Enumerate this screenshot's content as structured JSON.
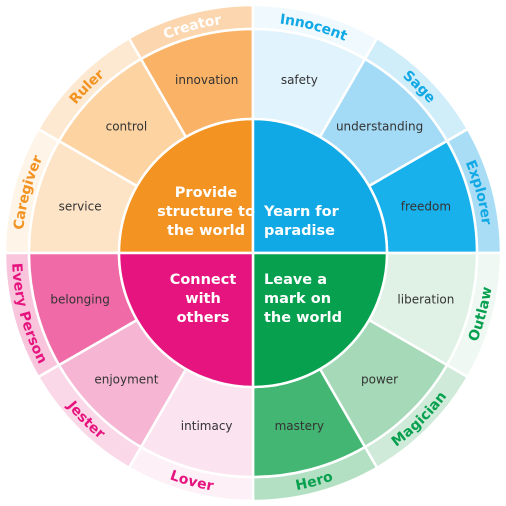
{
  "quadrants": [
    {
      "key": "structure",
      "lines": [
        "Provide",
        "structure to",
        "the world"
      ],
      "color": "#f39322",
      "archetypes": [
        {
          "name": "Caregiver",
          "trait": "service",
          "inner": "#fde4c6",
          "outer": "#fef4e8",
          "label_color": "#f39322"
        },
        {
          "name": "Ruler",
          "trait": "control",
          "inner": "#fdd3a2",
          "outer": "#fde9d1",
          "label_color": "#f39322"
        },
        {
          "name": "Creator",
          "trait": "innovation",
          "inner": "#fab266",
          "outer": "#fcd6ae",
          "label_color": "#ffffff"
        }
      ]
    },
    {
      "key": "paradise",
      "lines": [
        "Yearn for",
        "paradise"
      ],
      "color": "#10a8e5",
      "archetypes": [
        {
          "name": "Innocent",
          "trait": "safety",
          "inner": "#e1f3fc",
          "outer": "#f0f9fe",
          "label_color": "#10a8e5"
        },
        {
          "name": "Sage",
          "trait": "understanding",
          "inner": "#a3daf5",
          "outer": "#d0edfa",
          "label_color": "#10a8e5"
        },
        {
          "name": "Explorer",
          "trait": "freedom",
          "inner": "#19b1ec",
          "outer": "#a9ddf5",
          "label_color": "#10a8e5"
        }
      ]
    },
    {
      "key": "mark",
      "lines": [
        "Leave a",
        "mark on",
        "the world"
      ],
      "color": "#06a04f",
      "archetypes": [
        {
          "name": "Outlaw",
          "trait": "liberation",
          "inner": "#e0f2e6",
          "outer": "#eff8f2",
          "label_color": "#06a04f"
        },
        {
          "name": "Magician",
          "trait": "power",
          "inner": "#a5d9b7",
          "outer": "#cfead8",
          "label_color": "#06a04f"
        },
        {
          "name": "Hero",
          "trait": "mastery",
          "inner": "#44b673",
          "outer": "#b3dfc2",
          "label_color": "#06a04f"
        }
      ]
    },
    {
      "key": "connect",
      "lines": [
        "Connect",
        "with",
        "others"
      ],
      "color": "#e6147e",
      "archetypes": [
        {
          "name": "Lover",
          "trait": "intimacy",
          "inner": "#fbe3ef",
          "outer": "#fdf1f7",
          "label_color": "#e6147e"
        },
        {
          "name": "Jester",
          "trait": "enjoyment",
          "inner": "#f5b5d3",
          "outer": "#fad8e8",
          "label_color": "#e6147e"
        },
        {
          "name": "Every Person",
          "trait": "belonging",
          "inner": "#ef6aa6",
          "outer": "#f8c5dd",
          "label_color": "#e6147e"
        }
      ]
    }
  ]
}
